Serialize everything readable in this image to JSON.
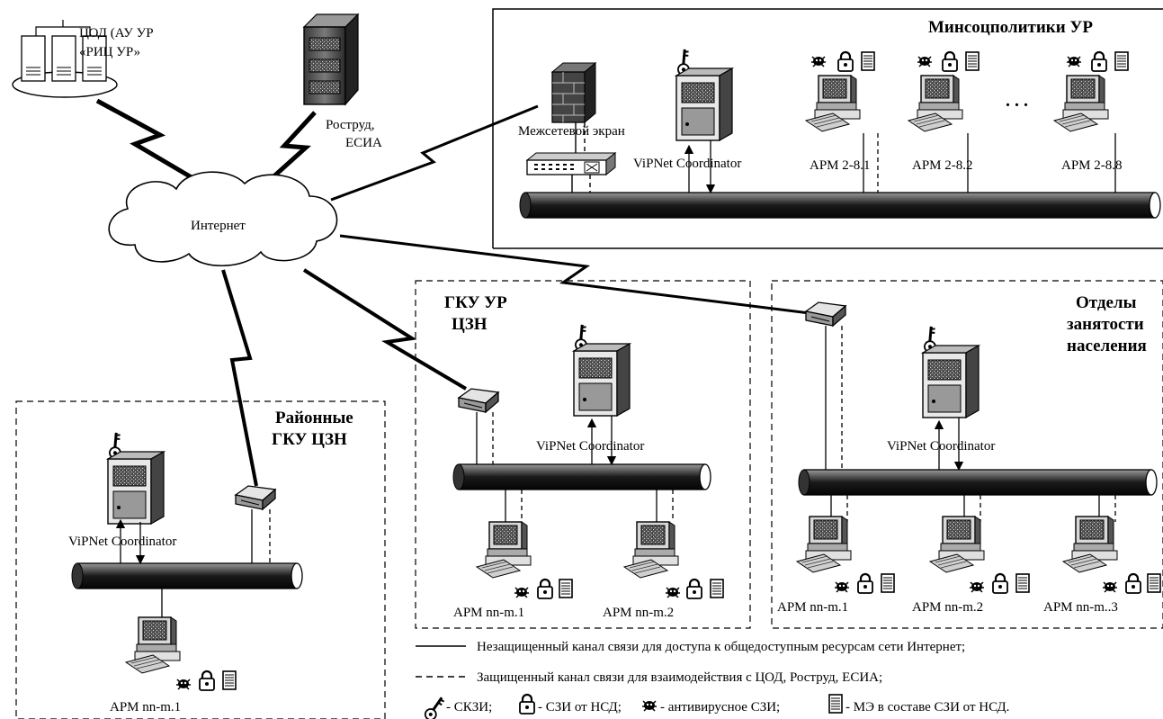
{
  "nodes": {
    "cod_label": [
      "ЦОД (АУ УР",
      "«РИЦ УР»"
    ],
    "rostrud_label": [
      "Роструд,",
      "ЕСИА"
    ],
    "internet_label": "Интернет",
    "firewall_label": "Межсетевой экран"
  },
  "zones": {
    "minsoc": {
      "title": "Минсоцполитики УР",
      "coordinator_label": "ViPNet Coordinator",
      "workstations": [
        "АРМ 2-8.1",
        "АРМ 2-8.2",
        "АРМ 2-8.8"
      ],
      "ellipsis": ". . ."
    },
    "gku_czn": {
      "title": [
        "ГКУ УР",
        "ЦЗН"
      ],
      "coordinator_label": "ViPNet Coordinator",
      "workstations": [
        "АРМ nn-m.1",
        "АРМ nn-m.2"
      ]
    },
    "otdely": {
      "title": [
        "Отделы",
        "занятости",
        "населения"
      ],
      "coordinator_label": "ViPNet Coordinator",
      "workstations": [
        "АРМ nn-m.1",
        "АРМ nn-m.2",
        "АРМ nn-m..3"
      ]
    },
    "raionnye": {
      "title": [
        "Районные",
        "ГКУ ЦЗН"
      ],
      "coordinator_label": "ViPNet Coordinator",
      "workstations": [
        "АРМ nn-m.1"
      ]
    }
  },
  "legend": {
    "solid": "Незащищенный канал связи для доступа к общедоступным ресурсам сети Интернет;",
    "dashed": "Защищенный канал связи для взаимодействия с ЦОД, Роструд, ЕСИА;",
    "icons": [
      {
        "icon": "key-icon",
        "text": "- СКЗИ;"
      },
      {
        "icon": "lock-icon",
        "text": "- СЗИ от НСД;"
      },
      {
        "icon": "bug-icon",
        "text": "- антивирусное СЗИ;"
      },
      {
        "icon": "firewall-card-icon",
        "text": "- МЭ в составе СЗИ от НСД."
      }
    ]
  }
}
